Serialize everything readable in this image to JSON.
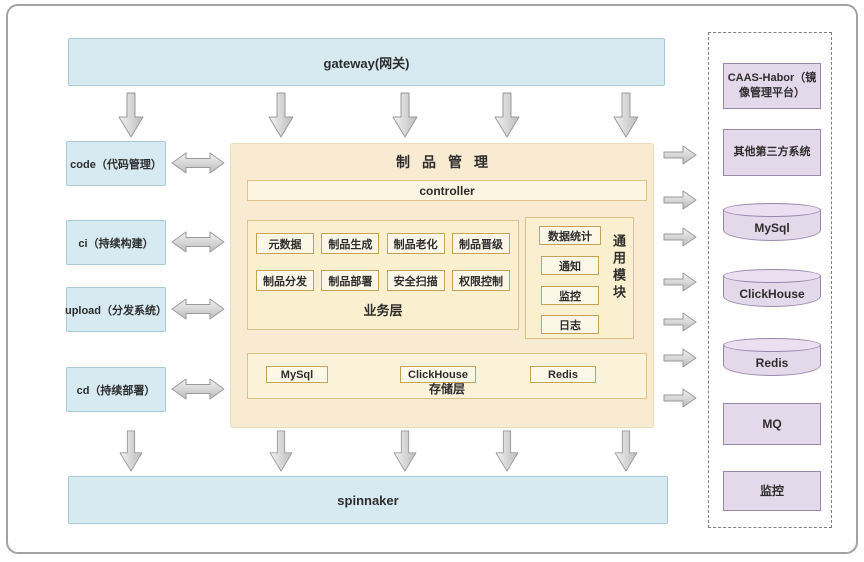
{
  "gateway": {
    "label": "gateway(网关)"
  },
  "left_nodes": [
    {
      "label": "code（代码管理）"
    },
    {
      "label": "ci（持续构建）"
    },
    {
      "label": "upload（分发系统）"
    },
    {
      "label": "cd（持续部署）"
    }
  ],
  "center": {
    "title": "制品管理",
    "controller_label": "controller",
    "business": {
      "label": "业务层",
      "chips": [
        "元数据",
        "制品生成",
        "制品老化",
        "制品晋级",
        "制品分发",
        "制品部署",
        "安全扫描",
        "权限控制"
      ]
    },
    "common": {
      "label": "通用模块",
      "chips": [
        "数据统计",
        "通知",
        "监控",
        "日志"
      ]
    },
    "storage": {
      "label": "存储层",
      "chips": [
        "MySql",
        "ClickHouse",
        "Redis"
      ]
    }
  },
  "spinnaker": {
    "label": "spinnaker"
  },
  "right_panel": {
    "items": [
      {
        "label": "CAAS-Habor（镜像管理平台）",
        "shape": "box"
      },
      {
        "label": "其他第三方系统",
        "shape": "box"
      },
      {
        "label": "MySql",
        "shape": "cylinder"
      },
      {
        "label": "ClickHouse",
        "shape": "cylinder"
      },
      {
        "label": "Redis",
        "shape": "cylinder"
      },
      {
        "label": "MQ",
        "shape": "box"
      },
      {
        "label": "监控",
        "shape": "box"
      }
    ]
  },
  "palette": {
    "blue_fill": "#d7eaf2",
    "blue_border": "#a9c9d6",
    "cream_fill": "#f9ebd1",
    "cream_border": "#eddcba",
    "panel_fill": "#faf0cf",
    "panel_border": "#dcc189",
    "chip_fill": "#fdf7e8",
    "chip_border": "#c7a254",
    "bar_fill": "#fcf5e2",
    "storage_fill": "#fbf2da",
    "purple_fill": "#e4d9eb",
    "purple_top": "#ecdff2",
    "purple_border": "#9b87ac",
    "dashed_border": "#808080",
    "frame_border": "#a3a3a3",
    "arrow_fill_light": "#f2f2f2",
    "arrow_fill_dark": "#bcbcbc",
    "arrow_stroke": "#9a9a9a",
    "text": "#2d2d2d"
  }
}
